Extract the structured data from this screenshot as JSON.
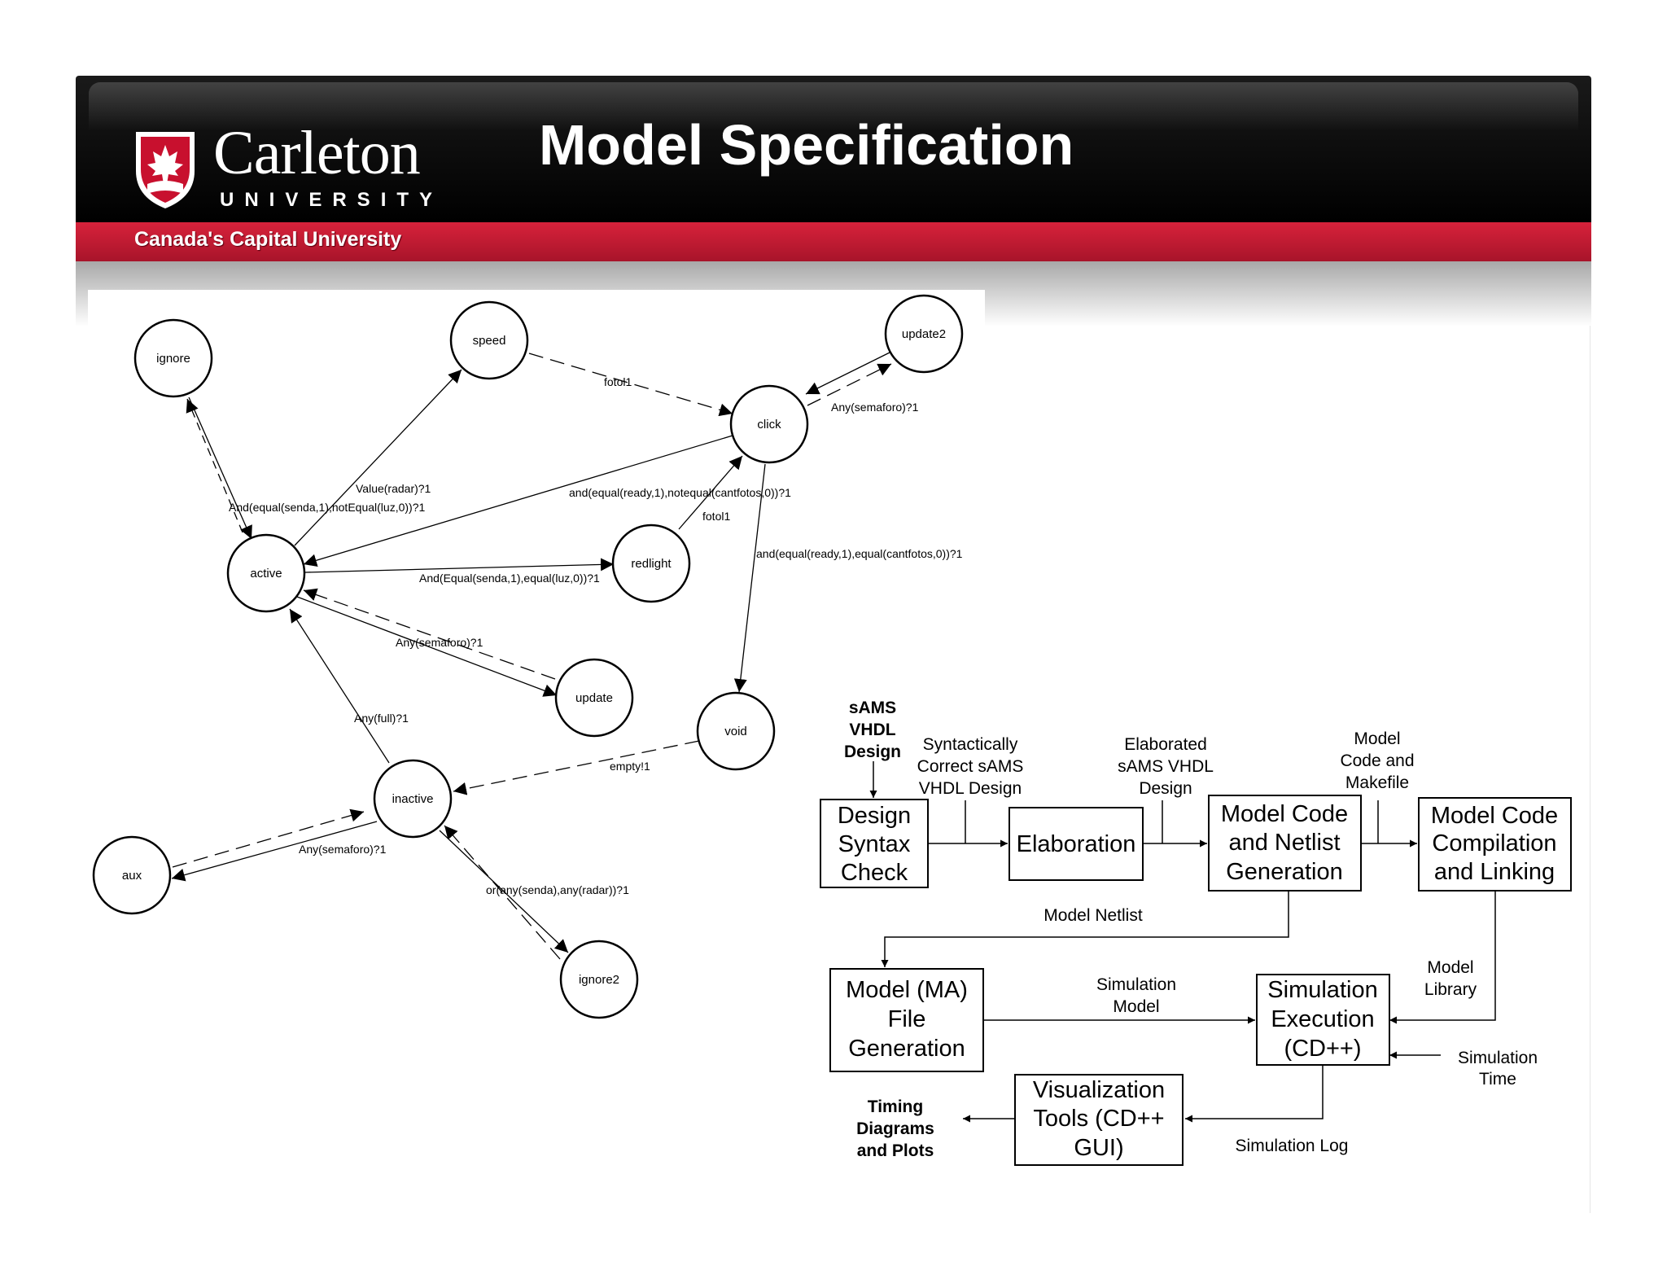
{
  "header": {
    "title": "Model Specification",
    "university_name": "Carleton",
    "university_sub": "UNIVERSITY",
    "tagline": "Canada's Capital University",
    "colors": {
      "banner": "#000000",
      "bar": "#c8102e"
    }
  },
  "state_diagram": {
    "states": [
      "ignore",
      "speed",
      "update2",
      "click",
      "active",
      "redlight",
      "update",
      "void",
      "inactive",
      "aux",
      "ignore2"
    ],
    "labels": {
      "fotol1_top": "fotol1",
      "any_semaforo_click": "Any(semaforo)?1",
      "value_radar": "Value(radar)?1",
      "and_equal_senda": "And(equal(senda,1),notEqual(luz,0))?1",
      "and_ready_notequal": "and(equal(ready,1),notequal(cantfotos,0))?1",
      "fotol1_mid": "fotol1",
      "and_ready_equal": "and(equal(ready,1),equal(cantfotos,0))?1",
      "and_Equal_senda": "And(Equal(senda,1),equal(luz,0))?1",
      "any_semaforo_update": "Any(semaforo)?1",
      "any_full": "Any(full)?1",
      "empty": "empty!1",
      "any_semaforo_aux": "Any(semaforo)?1",
      "or_any_senda": "or(any(senda),any(radar))?1"
    }
  },
  "flow_diagram": {
    "boxes": {
      "design_syntax_check": [
        "Design",
        "Syntax",
        "Check"
      ],
      "elaboration": [
        "Elaboration"
      ],
      "model_code_netlist": [
        "Model Code",
        "and Netlist",
        "Generation"
      ],
      "model_code_compilation": [
        "Model Code",
        "Compilation",
        "and Linking"
      ],
      "model_ma_file": [
        "Model (MA)",
        "File",
        "Generation"
      ],
      "simulation_execution": [
        "Simulation",
        "Execution",
        "(CD++)"
      ],
      "visualization_tools": [
        "Visualization",
        "Tools (CD++",
        "GUI)"
      ]
    },
    "labels": {
      "sams_vhdl_design": [
        "sAMS",
        "VHDL",
        "Design"
      ],
      "syntactically_correct": [
        "Syntactically",
        "Correct sAMS",
        "VHDL Design"
      ],
      "elaborated": [
        "Elaborated",
        "sAMS VHDL",
        "Design"
      ],
      "model_code_makefile": [
        "Model",
        "Code and",
        "Makefile"
      ],
      "model_netlist": [
        "Model Netlist"
      ],
      "simulation_model": [
        "Simulation",
        "Model"
      ],
      "model_library": [
        "Model",
        "Library"
      ],
      "simulation_time": [
        "Simulation",
        "Time"
      ],
      "timing_diagrams": [
        "Timing",
        "Diagrams",
        "and Plots"
      ],
      "simulation_log": [
        "Simulation Log"
      ]
    }
  }
}
